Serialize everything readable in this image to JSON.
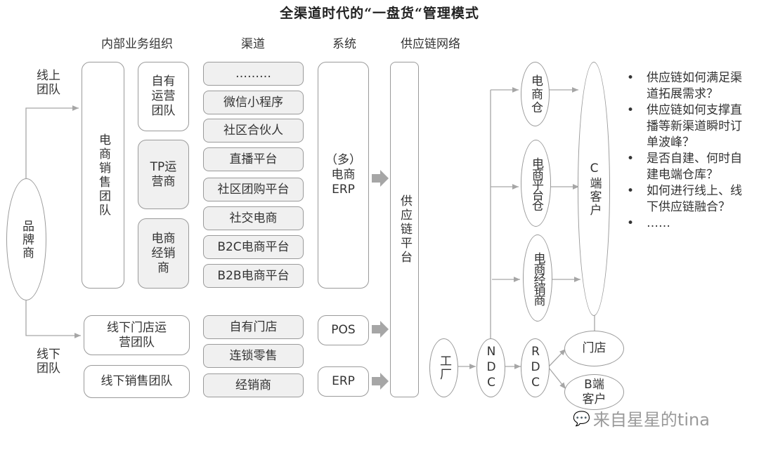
{
  "title": "全渠道时代的“一盘货“管理模式",
  "column_headers": {
    "org": "内部业务组织",
    "channel": "渠道",
    "system": "系统",
    "network": "供应链网络"
  },
  "brand": "品牌商",
  "online_team_label": "线上团队",
  "offline_team_label": "线下团队",
  "org": {
    "ecom_sales_team": "电商销售团队",
    "own_ops_team": "自有运营团队",
    "tp_ops": "TP运营商",
    "ecom_dealer": "电商经销商",
    "offline_store_ops": "线下门店运营团队",
    "offline_sales_team": "线下销售团队"
  },
  "online_channels": [
    "………",
    "微信小程序",
    "社区合伙人",
    "直播平台",
    "社区团购平台",
    "社交电商",
    "B2C电商平台",
    "B2B电商平台"
  ],
  "offline_channels": [
    "自有门店",
    "连锁零售",
    "经销商"
  ],
  "systems": {
    "ecom_erp": "（多）电商ERP",
    "pos": "POS",
    "erp": "ERP"
  },
  "supply_chain_platform": "供应链平台",
  "network": {
    "factory": "工厂",
    "ndc": "NDC",
    "rdc": "RDC",
    "ecom_warehouse": "电商仓",
    "platform_warehouse": "电商平台仓",
    "ecom_dealer_node": "电商经销商",
    "c_customer": "C端客户",
    "store": "门店",
    "b_customer": "B端客户"
  },
  "questions": [
    "供应链如何满足渠道拓展需求？",
    "供应链如何支撑直播等新渠道瞬时订单波峰？",
    "是否自建、何时自建电端仓库？",
    "如何进行线上、线下供应链融合？",
    "……"
  ],
  "watermark": "来自星星的tina",
  "colors": {
    "border": "#9a9a9a",
    "fill_gray": "#f0f0f0",
    "arrow": "#a6a6a6",
    "text": "#333333"
  }
}
